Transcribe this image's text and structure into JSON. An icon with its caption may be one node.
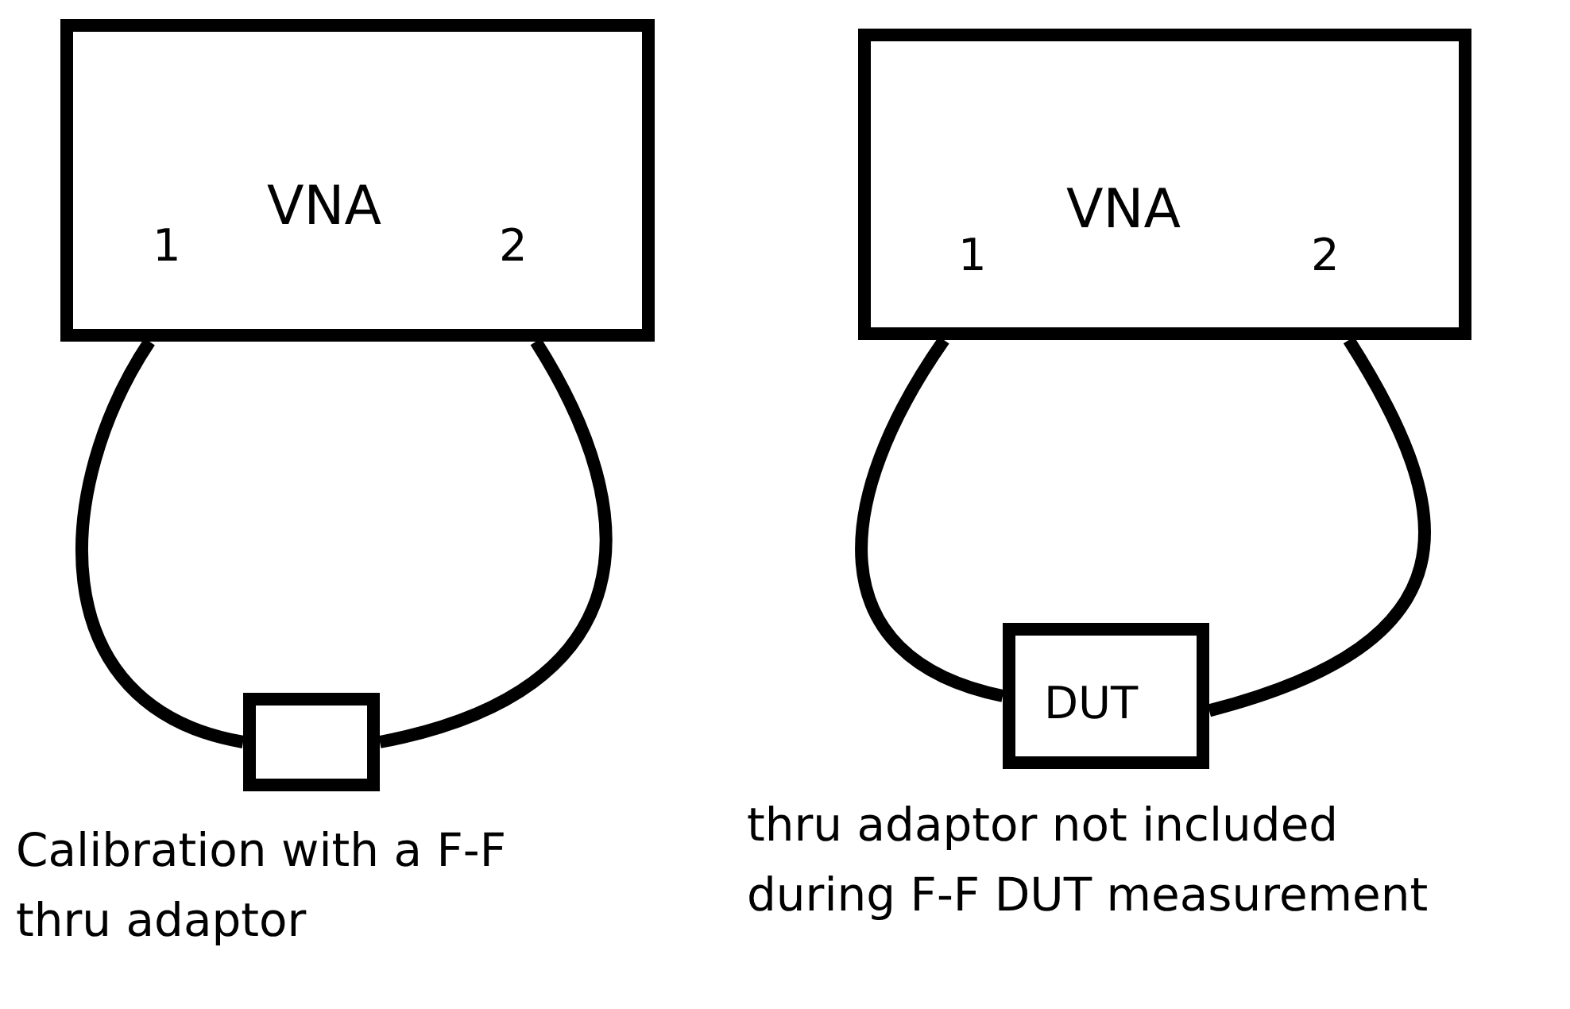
{
  "diagram": {
    "nodes": [
      {
        "text": [
          "VNA",
          "1",
          "2"
        ]
      },
      {
        "text": [],
        "shape": "box"
      },
      {
        "text": [
          "VNA",
          "1",
          "2"
        ]
      },
      {
        "text": [
          "DUT"
        ]
      }
    ],
    "edges": [
      {
        "from": 0,
        "to": 1,
        "arrow": "none"
      },
      {
        "from": 0,
        "to": 1,
        "arrow": "none"
      },
      {
        "from": 2,
        "to": 3,
        "arrow": "none"
      },
      {
        "from": 2,
        "to": 3,
        "arrow": "none"
      }
    ],
    "labels": [
      "Calibration with a F-F thru adaptor",
      "thru adaptor not included during F-F DUT measurement"
    ]
  }
}
